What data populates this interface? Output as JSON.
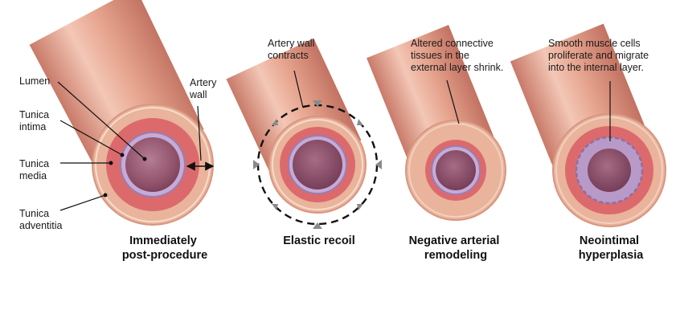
{
  "colors": {
    "tube_outer": "#e7a690",
    "tube_shadow": "#c97a69",
    "tube_highlight": "#f6d2c4",
    "adventitia_face": "#e9b49b",
    "media_band": "#dc6a6c",
    "intima_ring": "#b59ac9",
    "lumen": "#8d4f68",
    "arrow_gray": "#8a8a8a",
    "text": "#1a1a1a"
  },
  "panels": [
    {
      "id": "p1",
      "caption": [
        "Immediately",
        "post-procedure"
      ],
      "labels": {
        "lumen": "Lumen",
        "tunica_intima": [
          "Tunica",
          "intima"
        ],
        "tunica_media": [
          "Tunica",
          "media"
        ],
        "tunica_adventitia": [
          "Tunica",
          "adventitia"
        ],
        "artery_wall": [
          "Artery",
          "wall"
        ]
      }
    },
    {
      "id": "p2",
      "caption": [
        "Elastic recoil"
      ],
      "note": [
        "Artery wall",
        "contracts"
      ]
    },
    {
      "id": "p3",
      "caption": [
        "Negative arterial",
        "remodeling"
      ],
      "note": [
        "Altered connective",
        "tissues in the",
        "external layer shrink."
      ]
    },
    {
      "id": "p4",
      "caption": [
        "Neointimal",
        "hyperplasia"
      ],
      "note": [
        "Smooth muscle cells",
        "proliferate and migrate",
        "into the internal layer."
      ]
    }
  ]
}
